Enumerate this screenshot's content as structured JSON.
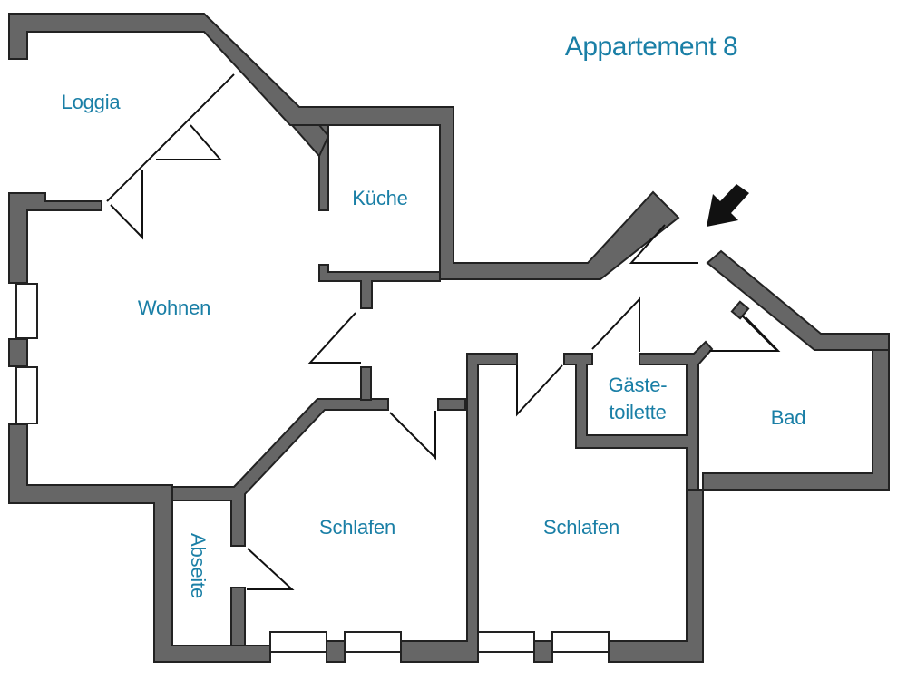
{
  "title": "Appartement 8",
  "rooms": {
    "loggia": "Loggia",
    "kueche": "Küche",
    "wohnen": "Wohnen",
    "gaestetoilette_line1": "Gäste-",
    "gaestetoilette_line2": "toilette",
    "bad": "Bad",
    "abseite": "Abseite",
    "schlafen_1": "Schlafen",
    "schlafen_2": "Schlafen"
  },
  "icons": {
    "entrance": "entrance-arrow-icon"
  },
  "colors": {
    "label": "#1a7fa6",
    "wall": "#666666",
    "arrow": "#111111"
  }
}
